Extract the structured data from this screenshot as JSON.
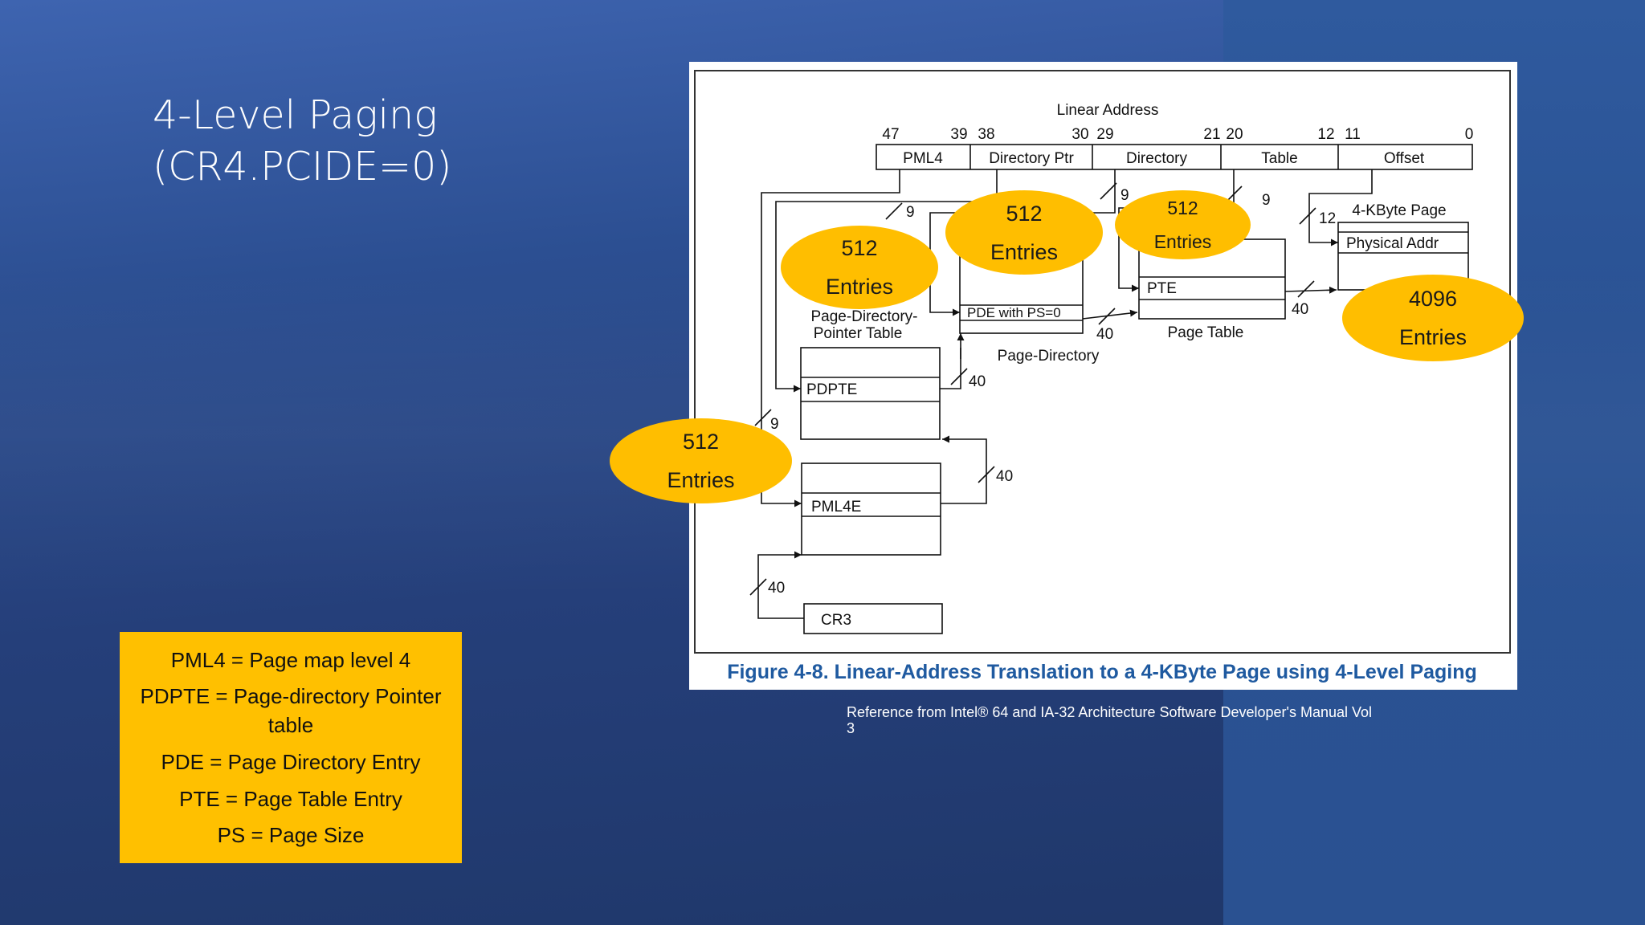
{
  "slide": {
    "title_line1": "4-Level Paging",
    "title_line2": "(CR4.PCIDE=0)",
    "reference": "Reference from Intel® 64 and IA-32 Architecture Software Developer's Manual Vol 3"
  },
  "legend": [
    "PML4 = Page map level 4",
    "PDPTE = Page-directory Pointer table",
    "PDE = Page Directory Entry",
    "PTE = Page Table Entry",
    "PS = Page Size"
  ],
  "figure": {
    "linear_address_label": "Linear Address",
    "bit_labels": [
      "47",
      "39",
      "38",
      "30",
      "29",
      "21",
      "20",
      "12",
      "11",
      "0"
    ],
    "fields": [
      "PML4",
      "Directory Ptr",
      "Directory",
      "Table",
      "Offset"
    ],
    "page_label": "4-KByte Page",
    "physical_addr": "Physical Addr",
    "pte": "PTE",
    "page_table_label": "Page Table",
    "pde": "PDE with PS=0",
    "page_directory_label": "Page-Directory",
    "pdpt_label_line1": "Page-Directory-",
    "pdpt_label_line2": "Pointer Table",
    "pdpte": "PDPTE",
    "pml4e": "PML4E",
    "cr3": "CR3",
    "bus_9": "9",
    "bus_12": "12",
    "bus_40": "40",
    "caption": "Figure 4-8.  Linear-Address Translation to a 4-KByte Page using 4-Level Paging"
  },
  "bubbles": [
    {
      "count": "512",
      "label": "Entries"
    },
    {
      "count": "512",
      "label": "Entries"
    },
    {
      "count": "512",
      "label": "Entries"
    },
    {
      "count": "512",
      "label": "Entries"
    },
    {
      "count": "4096",
      "label": "Entries"
    }
  ],
  "colors": {
    "background": "#2a4a8a",
    "accent": "#ffc000",
    "caption": "#1f5aa0"
  }
}
